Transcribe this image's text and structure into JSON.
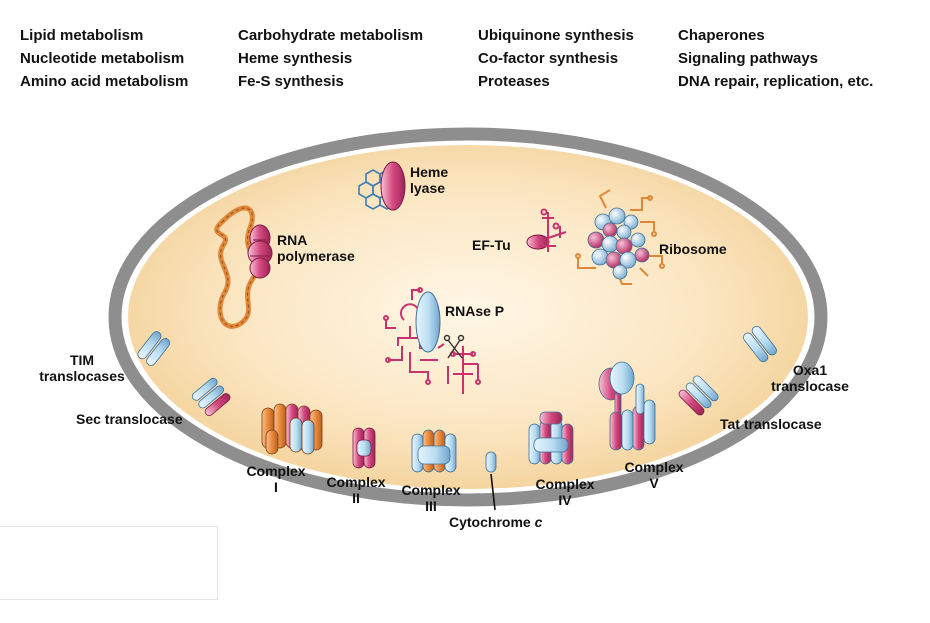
{
  "functions": {
    "col1": [
      "Lipid metabolism",
      "Nucleotide metabolism",
      "Amino acid metabolism"
    ],
    "col2": [
      "Carbohydrate metabolism",
      "Heme synthesis",
      "Fe-S synthesis"
    ],
    "col3": [
      "Ubiquinone synthesis",
      "Co-factor synthesis",
      "Proteases"
    ],
    "col4": [
      "Chaperones",
      "Signaling pathways",
      "DNA repair, replication, etc."
    ]
  },
  "matrix_labels": {
    "heme_lyase": [
      "Heme",
      "lyase"
    ],
    "rna_polymerase": [
      "RNA",
      "polymerase"
    ],
    "ef_tu": "EF-Tu",
    "ribosome": "Ribosome",
    "rnase_p": "RNAse P"
  },
  "membrane_labels": {
    "tim": [
      "TIM",
      "translocases"
    ],
    "sec": "Sec translocase",
    "complex_1": [
      "Complex",
      "I"
    ],
    "complex_2": [
      "Complex",
      "II"
    ],
    "complex_3": [
      "Complex",
      "III"
    ],
    "cytochrome_name": "Cytochrome ",
    "cytochrome_letter": "c",
    "complex_4": [
      "Complex",
      "IV"
    ],
    "complex_5": [
      "Complex",
      "V"
    ],
    "tat": "Tat translocase",
    "oxa1": [
      "Oxa1",
      "translocase"
    ]
  },
  "colors": {
    "matrix_fill": "#fbe6c2",
    "membrane": "#8e8e8e",
    "protein_blue": "#b9dcf1",
    "protein_pink": "#d4487f",
    "protein_orange": "#e98a3c",
    "rna_magenta": "#c8336f"
  }
}
